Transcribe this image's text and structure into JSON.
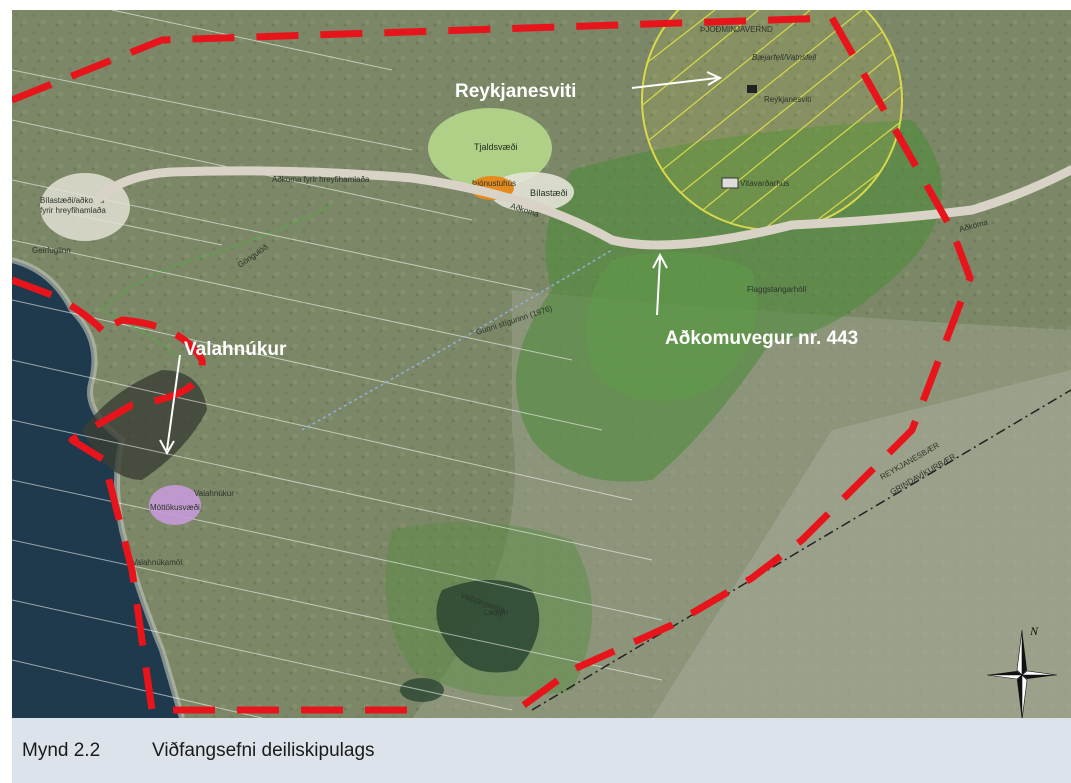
{
  "caption": {
    "number": "Mynd 2.2",
    "title": "Viðfangsefni deiliskipulags"
  },
  "labels": {
    "reykjanesviti": "Reykjanesviti",
    "valahnukur": "Valahnúkur",
    "adkomuvegur": "Aðkomuvegur nr. 443"
  },
  "small_labels": {
    "thjodminjavernd": "ÞJÓÐMINJAVERND",
    "bilastaedi_vatnsfell": "Bæjarfell/Vatnsfell",
    "reykjanesviti_small": "Reykjanesviti",
    "tjaldsvaedi": "Tjaldsvæði",
    "thjonustuhus": "Þjónustuhús",
    "bilastaedi": "Bílastæði",
    "vitavardarhus": "Vitavarðarhús",
    "bilastaedi_adkoma_1": "Bílastæði/aðkoma",
    "bilastaedi_adkoma_2": "fyrir hreyfihamlaða",
    "adkoma_fyrir": "Aðkoma fyrir hreyfihamlaða",
    "adkoma_1": "Aðkoma",
    "adkoma_2": "Aðkoma",
    "gongulod": "Göngulóð",
    "gunni": "Gunni stígurinn (1976)",
    "flaggstangarholl": "Flaggstangarhóll",
    "valahnukur_small": "Valahnúkur",
    "mottokusvaedi": "Móttökusvæði",
    "valbjargargja": "Valbjargargjá",
    "laugin": "Laugin",
    "valahnukamol": "Valahnúkamöl",
    "geirfuglinn": "Geirfuglinn",
    "sveitarfelagamork_1": "REYKJANESBÆR",
    "sveitarfelagamork_2": "GRINDAVÍKURBÆR"
  },
  "compass": {
    "north": "N"
  },
  "colors": {
    "boundary": "#e8141c",
    "protection_zone": "#d9d94a",
    "road": "#d8d3c6",
    "sea": "#1e3a4c",
    "land": "#7d8a67",
    "service_house": "#e58a1e",
    "reception_area": "#c79ad8"
  }
}
